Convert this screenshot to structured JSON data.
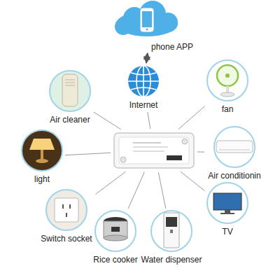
{
  "diagram": {
    "nodes": [
      {
        "text": [
          "phone APP"
        ]
      },
      {
        "text": [
          "Internet"
        ]
      },
      {
        "text": [
          "Air cleaner"
        ]
      },
      {
        "text": [
          "fan"
        ]
      },
      {
        "text": []
      },
      {
        "text": [
          "light"
        ]
      },
      {
        "text": [
          "Air conditionin"
        ]
      },
      {
        "text": [
          "TV"
        ]
      },
      {
        "text": [
          "Switch socket"
        ]
      },
      {
        "text": [
          "Rice cooker"
        ]
      },
      {
        "text": [
          "Water dispenser"
        ]
      }
    ],
    "edges": [
      {
        "from": 0,
        "to": 1,
        "arrow": "both"
      },
      {
        "from": 1,
        "to": 4,
        "arrow": "none"
      },
      {
        "from": 4,
        "to": 2,
        "arrow": "none"
      },
      {
        "from": 4,
        "to": 3,
        "arrow": "none"
      },
      {
        "from": 4,
        "to": 5,
        "arrow": "none"
      },
      {
        "from": 4,
        "to": 6,
        "arrow": "none"
      },
      {
        "from": 4,
        "to": 7,
        "arrow": "none"
      },
      {
        "from": 4,
        "to": 8,
        "arrow": "none"
      },
      {
        "from": 4,
        "to": 9,
        "arrow": "none"
      },
      {
        "from": 4,
        "to": 10,
        "arrow": "none"
      }
    ]
  }
}
